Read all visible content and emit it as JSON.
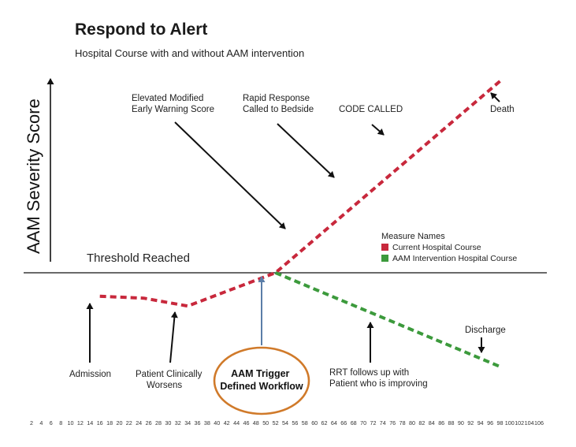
{
  "chart_data": {
    "type": "line",
    "title": "Respond to Alert",
    "subtitle": "Hospital Course with and without AAM intervention",
    "ylabel": "AAM Severity Score",
    "threshold_label": "Threshold Reached",
    "x_ticks": [
      2,
      4,
      6,
      8,
      10,
      12,
      14,
      16,
      18,
      20,
      22,
      24,
      26,
      28,
      30,
      32,
      34,
      36,
      38,
      40,
      42,
      44,
      46,
      48,
      50,
      52,
      54,
      56,
      58,
      60,
      62,
      64,
      66,
      68,
      70,
      72,
      74,
      76,
      78,
      80,
      82,
      84,
      86,
      88,
      90,
      92,
      94,
      96,
      98,
      100,
      102,
      104,
      106
    ],
    "xlim": [
      2,
      106
    ],
    "ylim": [
      0,
      100
    ],
    "threshold": 0,
    "legend": {
      "title": "Measure Names",
      "position": "right-middle",
      "entries": [
        "Current Hospital Course",
        "AAM Intervention Hospital Course"
      ]
    },
    "colors": {
      "current": "#c8283c",
      "intervention": "#3c9a3c",
      "trigger_arrow": "#5b7ea8",
      "trigger_ellipse": "#d07a2a"
    },
    "series": [
      {
        "name": "Current Hospital Course",
        "x": [
          16,
          25,
          34,
          52,
          98
        ],
        "y": [
          -12,
          -13,
          -17,
          0,
          98
        ]
      },
      {
        "name": "AAM Intervention Hospital Course",
        "x": [
          52,
          98
        ],
        "y": [
          0,
          -48
        ]
      }
    ],
    "annotations": [
      {
        "id": "elevated",
        "lines": [
          "Elevated Modified",
          "Early Warning Score"
        ]
      },
      {
        "id": "rapid",
        "lines": [
          "Rapid Response",
          "Called to Bedside"
        ]
      },
      {
        "id": "code",
        "lines": [
          "CODE CALLED"
        ]
      },
      {
        "id": "death",
        "lines": [
          "Death"
        ]
      },
      {
        "id": "admission",
        "lines": [
          "Admission"
        ]
      },
      {
        "id": "worsens",
        "lines": [
          "Patient Clinically",
          "Worsens"
        ]
      },
      {
        "id": "trigger",
        "lines": [
          "AAM Trigger",
          "Defined Workflow"
        ]
      },
      {
        "id": "rrt",
        "lines": [
          "RRT follows up with",
          "Patient who is improving"
        ]
      },
      {
        "id": "discharge",
        "lines": [
          "Discharge"
        ]
      }
    ]
  }
}
